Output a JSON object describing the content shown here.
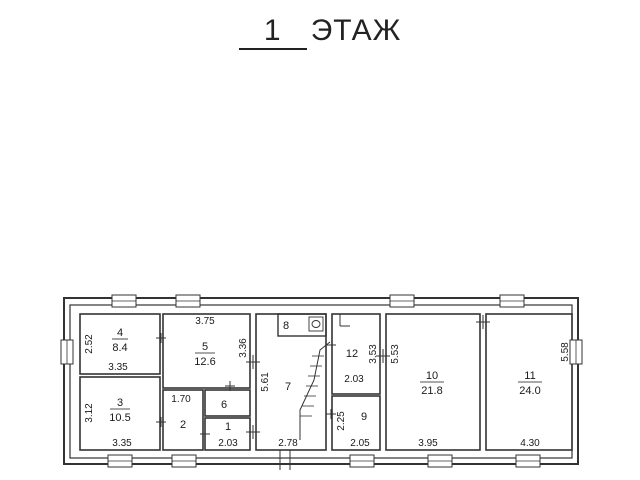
{
  "title": {
    "number": "1",
    "label": "ЭТАЖ"
  },
  "rooms": [
    {
      "id": "4",
      "number": "4",
      "area": "8.4"
    },
    {
      "id": "5",
      "number": "5",
      "area": "12.6"
    },
    {
      "id": "3",
      "number": "3",
      "area": "10.5"
    },
    {
      "id": "2",
      "number": "2"
    },
    {
      "id": "6",
      "number": "6"
    },
    {
      "id": "1",
      "number": "1"
    },
    {
      "id": "7",
      "number": "7"
    },
    {
      "id": "8",
      "number": "8"
    },
    {
      "id": "12",
      "number": "12"
    },
    {
      "id": "9",
      "number": "9"
    },
    {
      "id": "10",
      "number": "10",
      "area": "21.8"
    },
    {
      "id": "11",
      "number": "11",
      "area": "24.0"
    }
  ],
  "dimensions": {
    "r4_height": "2.52",
    "r4_width": "3.35",
    "r5_width": "3.75",
    "r5_height": "3.36",
    "r3_height": "3.12",
    "r3_width": "3.35",
    "r2_width": "1.70",
    "r1_width": "2.03",
    "r7_height": "5.61",
    "r7_width": "2.78",
    "r12_width": "2.03",
    "r12_height": "3.53",
    "r9_height": "2.25",
    "r9_width": "2.05",
    "r10_height": "5.53",
    "r10_width": "3.95",
    "r11_height": "5.58",
    "r11_width": "4.30"
  }
}
